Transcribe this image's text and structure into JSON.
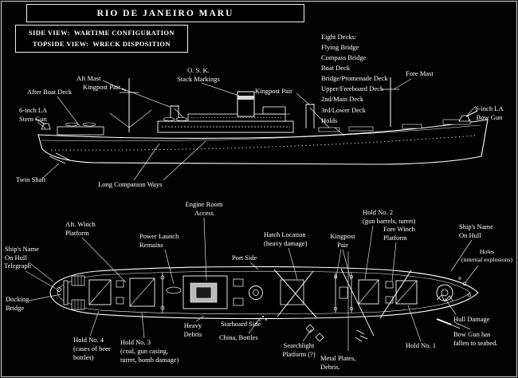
{
  "title": "RIO DE JANEIRO MARU",
  "subtitle_line1": "SIDE VIEW:  WARTIME CONFIGURATION",
  "subtitle_line2": "TOPSIDE VIEW:  WRECK DISPOSITION",
  "colors": {
    "background": "#000000",
    "ink": "#ffffff",
    "structure_gray": "#b9b9b9"
  },
  "side_view": {
    "labels": {
      "eight_decks": "Eight Decks:\nFlying Bridge\nCompass Bridge\nBoat Deck\nBridge/Promenade Deck\nUpper/Freeboard Deck\n2nd/Main Deck\n3rd/Lower Deck\nHolds",
      "aft_mast": "Aft Mast",
      "kingpost_pair_aft": "Kingpost Pair",
      "after_boat_deck": "After Boat Deck",
      "osk_stack_markings": "O. S. K.\nStack Markings",
      "kingpost_pair_fore": "Kingpost Pair",
      "fore_mast": "Fore Mast",
      "stern_gun": "6-inch LA\nStern Gun",
      "bow_gun": "6-inch LA\nBow Gun",
      "twin_shaft": "Twin Shaft",
      "long_companion_ways": "Long Companion Ways"
    }
  },
  "top_view": {
    "labels": {
      "engine_room_access": "Engine Room\nAccess",
      "aft_winch_platform": "Aft. Winch\nPlatform",
      "power_launch_remains": "Power Launch\nRemains",
      "hatch_location": "Hatch Location\n(heavy damage)",
      "kingpost_pair": "Kingpost\nPair",
      "hold_no_2": "Hold No. 2\n(gun barrels, turret)",
      "fore_winch_platform": "Fore Winch\nPlatform",
      "ships_name_on_hull_bow": "Ship's Name\nOn Hull",
      "ships_name_on_hull_stern": "Ship's Name\nOn Hull",
      "holes": "Holes\n(internal explosions)",
      "telegraph": "Telegraph",
      "port_side": "Port Side",
      "docking_bridge": "Docking\nBridge",
      "starboard_side": "Starboard Side",
      "heavy_debris": "Heavy\nDebris",
      "china_bottles": "China, Bottles",
      "searchlight_platform": "Searchlight\nPlatform (?)",
      "metal_plates_debris": "Metal Plates,\nDebris.",
      "hold_no_4": "Hold No. 4\n(cases of beer\nbottles)",
      "hold_no_3": "Hold No. 3\n(coal, gun casing,\nturret, bomb damage)",
      "hold_no_1": "Hold No. 1",
      "hull_damage": "Hull Damage",
      "bow_gun_fallen": "Bow Gun has\nfallen to seabed."
    }
  }
}
